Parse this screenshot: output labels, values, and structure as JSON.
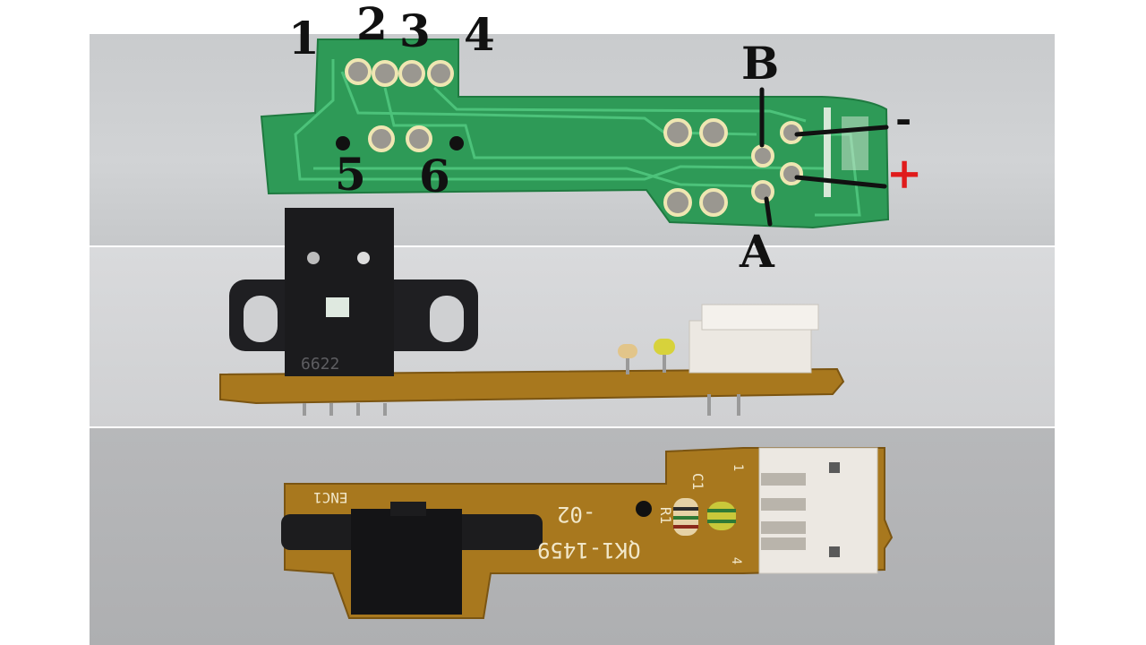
{
  "labels": {
    "pin_1": "1",
    "pin_2": "2",
    "pin_3": "3",
    "pin_4": "4",
    "pin_5": "5",
    "pin_6": "6",
    "channel_a": "A",
    "channel_b": "B",
    "minus": "-",
    "plus": "+"
  },
  "board_markings": {
    "sensor_label": "ENC1",
    "part_number": "QK1-1459",
    "revision": "-02",
    "capacitor": "C1",
    "resistor": "R1",
    "connector_pin_1": "1",
    "connector_pin_4": "4",
    "sensor_code": "6622"
  },
  "colors": {
    "green_pcb": "#2e9a57",
    "brown_pcb": "#a8781e",
    "connector": "#ece8e2",
    "sensor": "#1b1b1d",
    "plus_sign": "#e01b1b"
  }
}
